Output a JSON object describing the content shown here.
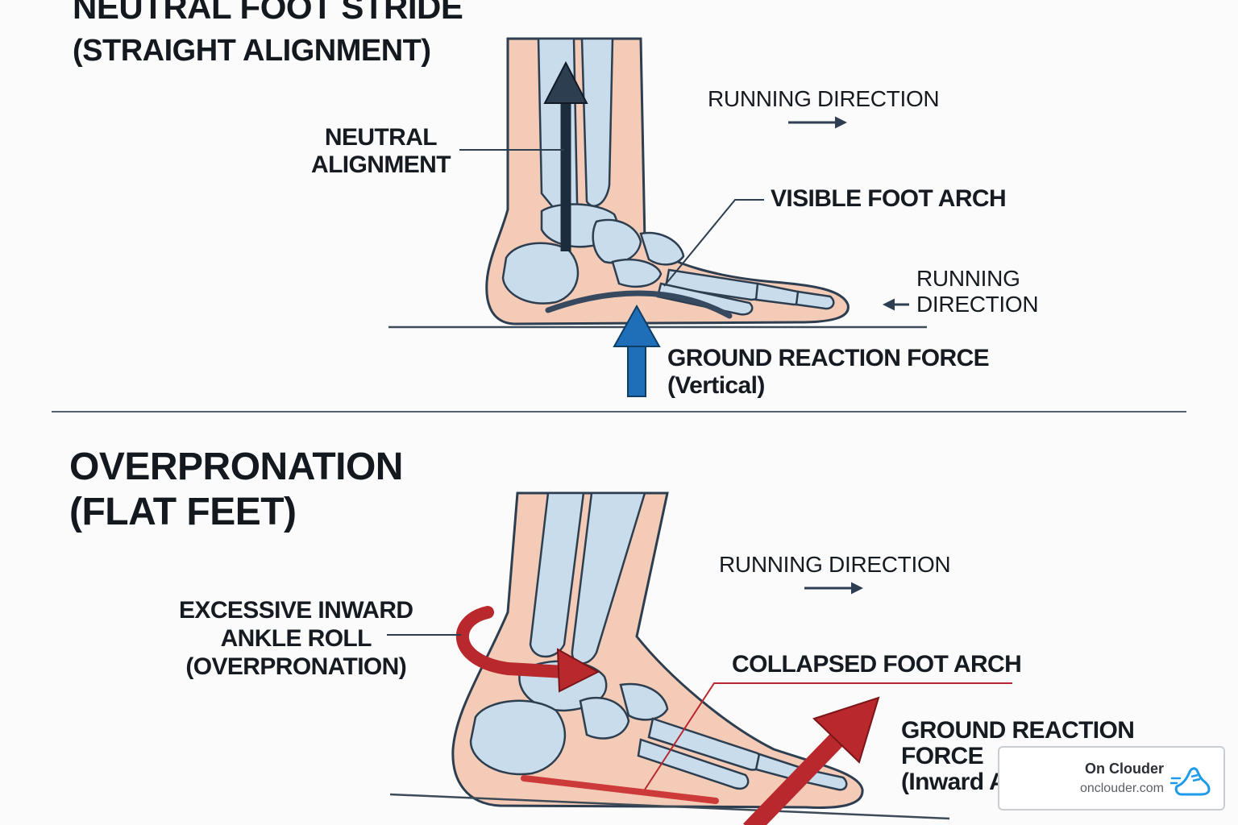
{
  "section_neutral": {
    "title_line1": "NEUTRAL FOOT STRIDE",
    "title_line2": "(STRAIGHT ALIGNMENT)",
    "labels": {
      "neutral_alignment": "NEUTRAL\nALIGNMENT",
      "running_direction_top": "RUNNING DIRECTION",
      "visible_arch": "VISIBLE FOOT ARCH",
      "running_direction_side": "RUNNING\nDIRECTION",
      "grf_line1": "GROUND REACTION FORCE",
      "grf_line2": "(Vertical)"
    }
  },
  "section_over": {
    "title_line1": "OVERPRONATION",
    "title_line2": "(FLAT FEET)",
    "labels": {
      "ankle_roll": "EXCESSIVE INWARD\nANKLE ROLL\n(OVERPRONATION)",
      "running_direction": "RUNNING DIRECTION",
      "collapsed_arch": "COLLAPSED FOOT ARCH",
      "grf_line1": "GROUND REACTION",
      "grf_line2": "FORCE",
      "grf_line3": "(Inward A"
    }
  },
  "watermark": {
    "name": "On Clouder",
    "url": "onclouder.com",
    "icon": "running-shoe-icon"
  },
  "colors": {
    "skin": "#f4cbb6",
    "bone": "#c9dcec",
    "outline": "#2c3e50",
    "blue_arrow": "#1f6fb8",
    "red_arrow": "#b8282c",
    "arch_line": "#37495e",
    "collapsed_arch": "#cc3a3a"
  }
}
